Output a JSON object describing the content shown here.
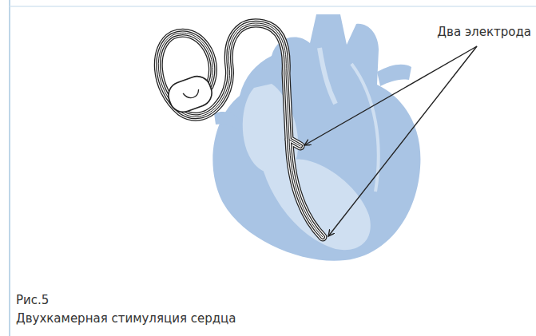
{
  "diagram": {
    "caption": "Двухкамерная стимуляция сердца",
    "labels": [
      "Два электрода",
      "Рис.5"
    ]
  }
}
